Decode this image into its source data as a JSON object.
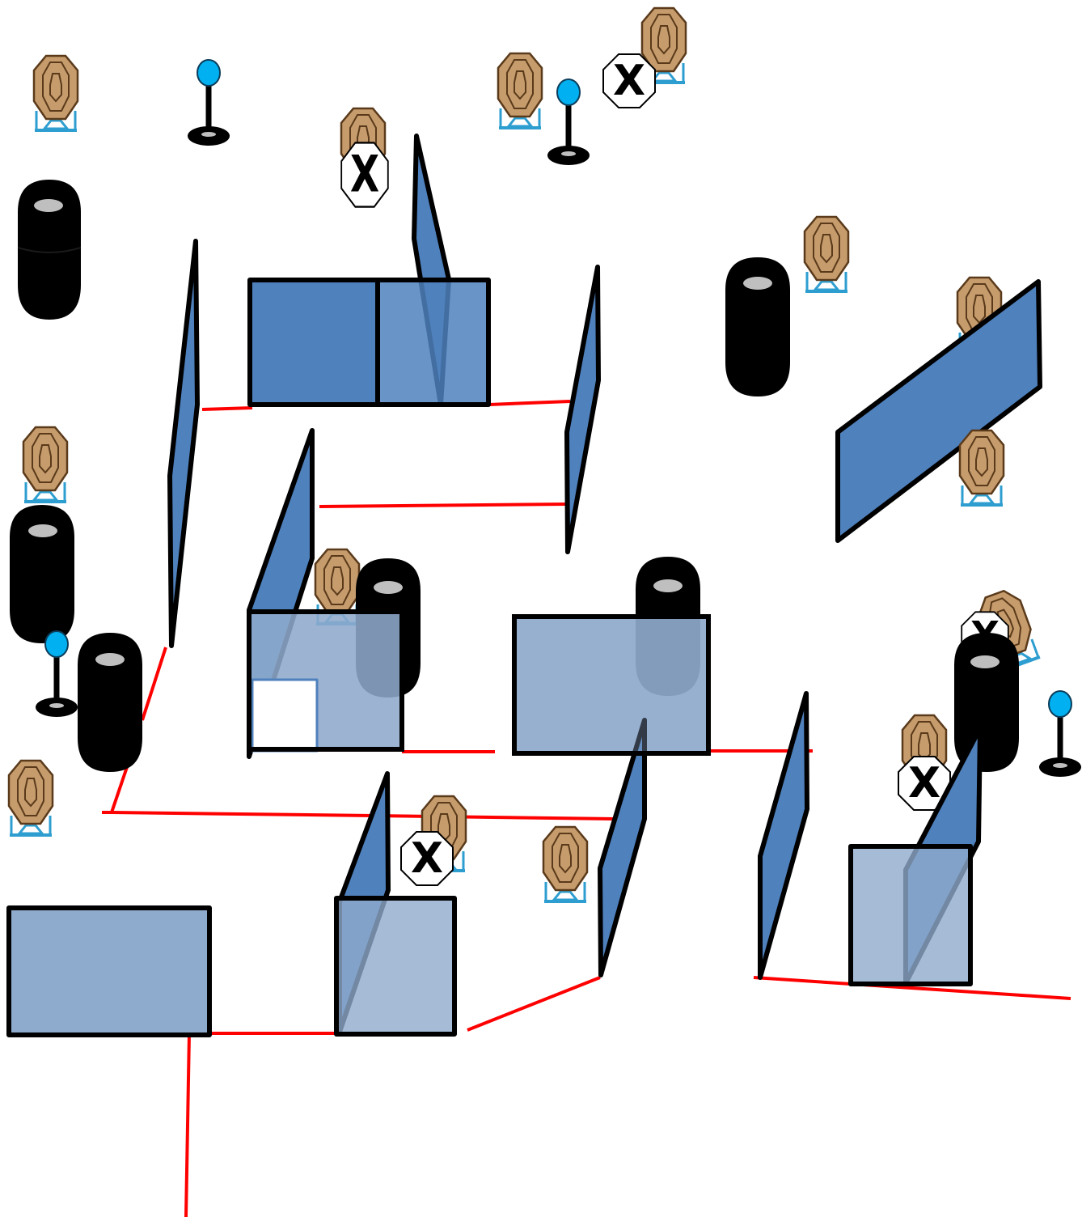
{
  "diagram": {
    "kind": "shooting stage layout",
    "no_shoot_mark": "X",
    "colors": {
      "background": "#ffffff",
      "barrel": "#000000",
      "barrel_cap": "#bfbfbf",
      "fault_line": "#ff0000",
      "wall_fill": "#4f81bd",
      "wall_light_fill": "#8eaacc",
      "wall_outline": "#000000",
      "popper_head": "#00b0f0",
      "target_fill": "#c69c6d",
      "target_outline": "#5a3a1a",
      "target_stand": "#2e9ed0",
      "no_shoot_fill": "#ffffff"
    },
    "icons": {
      "target": "paper-target-icon",
      "no_shoot": "no-shoot-icon",
      "popper": "popper-icon",
      "barrel": "barrel-stack-icon",
      "wall": "wall-panel"
    }
  }
}
